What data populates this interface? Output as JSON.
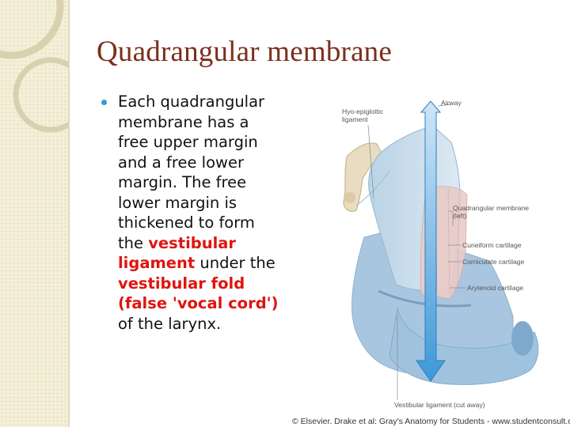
{
  "slide": {
    "title": "Quadrangular membrane",
    "bullet": {
      "t1": "Each quadrangular membrane has a free upper margin and a free lower margin. The free lower margin is thickened to form the ",
      "h1": "vestibular ligament",
      "t2": " under the ",
      "h2": "vestibular fold (false 'vocal cord')",
      "t3": " of the larynx."
    }
  },
  "figure": {
    "labels": {
      "hyo_epiglottic": "Hyo-epiglottic",
      "hyo_epiglottic_2": "ligament",
      "airway": "Airway",
      "quadrangular": "Quadrangular membrane",
      "quadrangular_2": "(left)",
      "cuneiform": "Cuneiform cartilage",
      "corniculate": "Corniculate cartilage",
      "arytenoid": "Arytenoid cartilage",
      "vestibular_ligament": "Vestibular ligament (cut away)"
    },
    "credit": "© Elsevier. Drake et al: Gray's Anatomy for Students - www.studentconsult.com"
  },
  "colors": {
    "title": "#7b2f1c",
    "highlight": "#e0140f",
    "bullet": "#2e9fd1",
    "band": "#f4efd9"
  }
}
